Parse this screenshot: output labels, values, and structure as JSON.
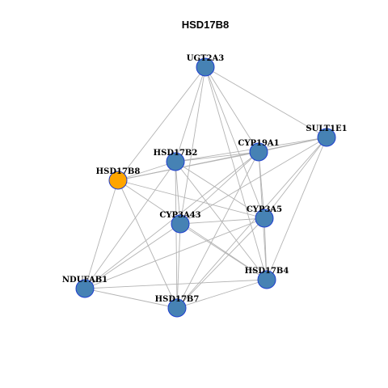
{
  "title": "HSD17B8",
  "colors": {
    "query_node": "#FFA500",
    "default_node": "#4682B4",
    "node_border": "#1F3FCF",
    "edge": "#B3B3B3"
  },
  "nodes": [
    {
      "id": "UGT2A3",
      "label": "UGT2A3",
      "query": false
    },
    {
      "id": "SULT1E1",
      "label": "SULT1E1",
      "query": false
    },
    {
      "id": "CYP19A1",
      "label": "CYP19A1",
      "query": false
    },
    {
      "id": "HSD17B2",
      "label": "HSD17B2",
      "query": false
    },
    {
      "id": "HSD17B8",
      "label": "HSD17B8",
      "query": true
    },
    {
      "id": "CYP3A43",
      "label": "CYP3A43",
      "query": false
    },
    {
      "id": "CYP3A5",
      "label": "CYP3A5",
      "query": false
    },
    {
      "id": "HSD17B4",
      "label": "HSD17B4",
      "query": false
    },
    {
      "id": "NDUFAB1",
      "label": "NDUFAB1",
      "query": false
    },
    {
      "id": "HSD17B7",
      "label": "HSD17B7",
      "query": false
    }
  ],
  "edges": [
    [
      "UGT2A3",
      "SULT1E1"
    ],
    [
      "UGT2A3",
      "CYP19A1"
    ],
    [
      "UGT2A3",
      "HSD17B2"
    ],
    [
      "UGT2A3",
      "HSD17B8"
    ],
    [
      "UGT2A3",
      "CYP3A43"
    ],
    [
      "UGT2A3",
      "CYP3A5"
    ],
    [
      "UGT2A3",
      "HSD17B4"
    ],
    [
      "SULT1E1",
      "CYP19A1"
    ],
    [
      "SULT1E1",
      "HSD17B2"
    ],
    [
      "SULT1E1",
      "HSD17B8"
    ],
    [
      "SULT1E1",
      "CYP3A43"
    ],
    [
      "SULT1E1",
      "CYP3A5"
    ],
    [
      "SULT1E1",
      "HSD17B4"
    ],
    [
      "SULT1E1",
      "HSD17B7"
    ],
    [
      "CYP19A1",
      "HSD17B2"
    ],
    [
      "CYP19A1",
      "HSD17B8"
    ],
    [
      "CYP19A1",
      "CYP3A43"
    ],
    [
      "CYP19A1",
      "CYP3A5"
    ],
    [
      "CYP19A1",
      "HSD17B4"
    ],
    [
      "CYP19A1",
      "NDUFAB1"
    ],
    [
      "CYP19A1",
      "HSD17B7"
    ],
    [
      "HSD17B2",
      "HSD17B8"
    ],
    [
      "HSD17B2",
      "CYP3A43"
    ],
    [
      "HSD17B2",
      "CYP3A5"
    ],
    [
      "HSD17B2",
      "HSD17B4"
    ],
    [
      "HSD17B2",
      "NDUFAB1"
    ],
    [
      "HSD17B2",
      "HSD17B7"
    ],
    [
      "HSD17B8",
      "CYP3A5"
    ],
    [
      "HSD17B8",
      "HSD17B4"
    ],
    [
      "HSD17B8",
      "NDUFAB1"
    ],
    [
      "HSD17B8",
      "HSD17B7"
    ],
    [
      "CYP3A43",
      "CYP3A5"
    ],
    [
      "CYP3A43",
      "HSD17B4"
    ],
    [
      "CYP3A43",
      "NDUFAB1"
    ],
    [
      "CYP3A43",
      "HSD17B7"
    ],
    [
      "CYP3A5",
      "HSD17B4"
    ],
    [
      "CYP3A5",
      "NDUFAB1"
    ],
    [
      "CYP3A5",
      "HSD17B7"
    ],
    [
      "HSD17B4",
      "NDUFAB1"
    ],
    [
      "HSD17B4",
      "HSD17B7"
    ],
    [
      "NDUFAB1",
      "HSD17B7"
    ]
  ]
}
